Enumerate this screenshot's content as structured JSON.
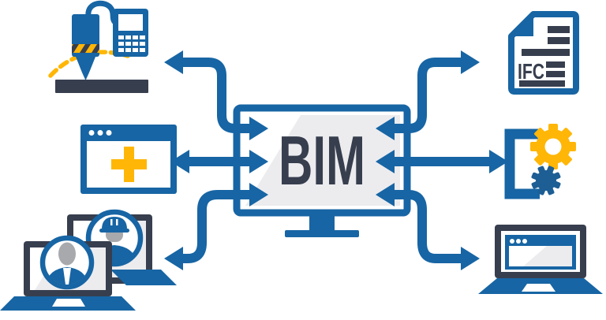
{
  "diagram": {
    "title": "BIM data exchange diagram",
    "center": {
      "label": "BIM",
      "icon": "monitor-icon"
    },
    "nodes": {
      "top_left": {
        "icon": "laser-scanner-icon"
      },
      "mid_left": {
        "icon": "add-software-window-icon"
      },
      "bottom_left": {
        "icon": "collaboration-laptops-icon"
      },
      "top_right": {
        "icon": "ifc-document-icon",
        "label": "IFC"
      },
      "mid_right": {
        "icon": "import-export-gears-icon"
      },
      "bottom_right": {
        "icon": "browser-laptop-icon"
      }
    },
    "connections": [
      {
        "from": "bim-monitor",
        "to": "laser-scanner",
        "bidirectional": true
      },
      {
        "from": "bim-monitor",
        "to": "add-software-window",
        "bidirectional": true
      },
      {
        "from": "bim-monitor",
        "to": "collaboration-laptops",
        "bidirectional": true
      },
      {
        "from": "bim-monitor",
        "to": "ifc-document",
        "bidirectional": true
      },
      {
        "from": "bim-monitor",
        "to": "import-export-gears",
        "bidirectional": true
      },
      {
        "from": "bim-monitor",
        "to": "browser-laptop",
        "bidirectional": true
      }
    ]
  },
  "colors": {
    "blue": "#1765A4",
    "navy": "#373E4E",
    "yellow": "#FFB606",
    "gray": "#A7A9AC",
    "screenGray": "#ECECEF",
    "smallGear": "#1D5E94",
    "white": "#FFFFFF"
  }
}
